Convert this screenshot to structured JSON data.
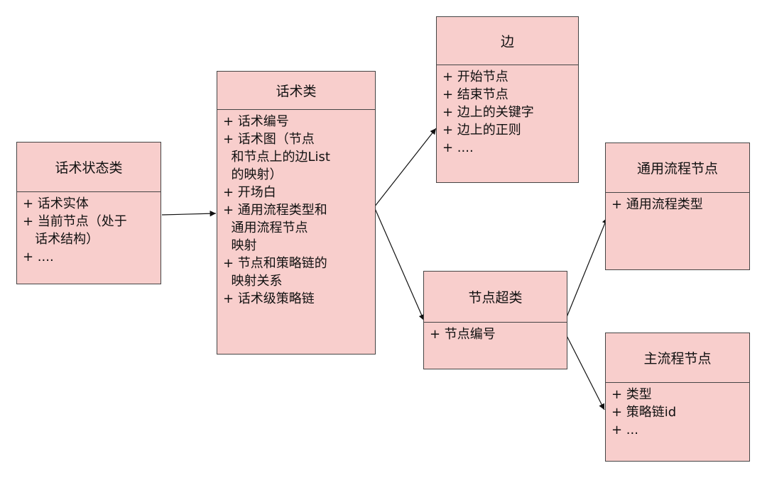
{
  "colors": {
    "box_fill": "#f8cecc",
    "box_stroke": "#444444",
    "edge_stroke": "#111111"
  },
  "nodes": [
    {
      "id": "state",
      "title": "话术状态类",
      "attrs": [
        "+ 话术实体",
        "+ 当前节点（处于",
        "   话术结构）",
        "+ ...."
      ]
    },
    {
      "id": "script",
      "title": "话术类",
      "attrs": [
        "+ 话术编号",
        "+ 话术图（节点",
        "  和节点上的边List",
        "  的映射）",
        "+ 开场白",
        "+ 通用流程类型和",
        "  通用流程节点",
        "  映射",
        "+ 节点和策略链的",
        "  映射关系",
        "+ 话术级策略链"
      ]
    },
    {
      "id": "edge",
      "title": "边",
      "attrs": [
        "+ 开始节点",
        "+ 结束节点",
        "+ 边上的关键字",
        "+ 边上的正则",
        "+ ...."
      ]
    },
    {
      "id": "node",
      "title": "节点超类",
      "attrs": [
        "+ 节点编号"
      ]
    },
    {
      "id": "common",
      "title": "通用流程节点",
      "attrs": [
        "+ 通用流程类型"
      ]
    },
    {
      "id": "main",
      "title": "主流程节点",
      "attrs": [
        "+ 类型",
        "+ 策略链id",
        "+ ..."
      ]
    }
  ],
  "edges": [
    {
      "from": "state",
      "to": "script"
    },
    {
      "from": "script",
      "to": "edge"
    },
    {
      "from": "script",
      "to": "node"
    },
    {
      "from": "node",
      "to": "common"
    },
    {
      "from": "node",
      "to": "main"
    }
  ]
}
